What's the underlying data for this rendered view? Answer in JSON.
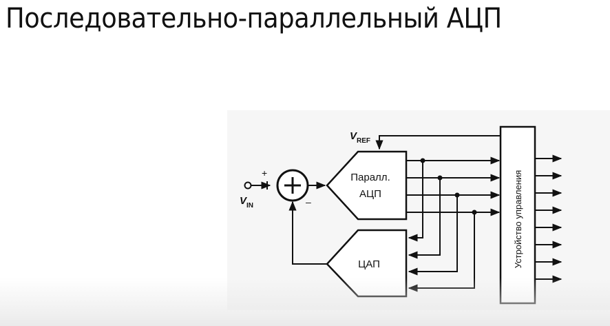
{
  "title": "Последовательно-параллельный АЦП",
  "diagram": {
    "adc_label_line1": "Паралл.",
    "adc_label_line2": "АЦП",
    "dac_label": "ЦАП",
    "control_label": "Устройство управления",
    "vref_symbol": "V",
    "vref_subscript": "REF",
    "vin_symbol": "V",
    "vin_subscript": "IN",
    "plus_sign": "+",
    "minus_sign": "–",
    "output_count": 8
  }
}
